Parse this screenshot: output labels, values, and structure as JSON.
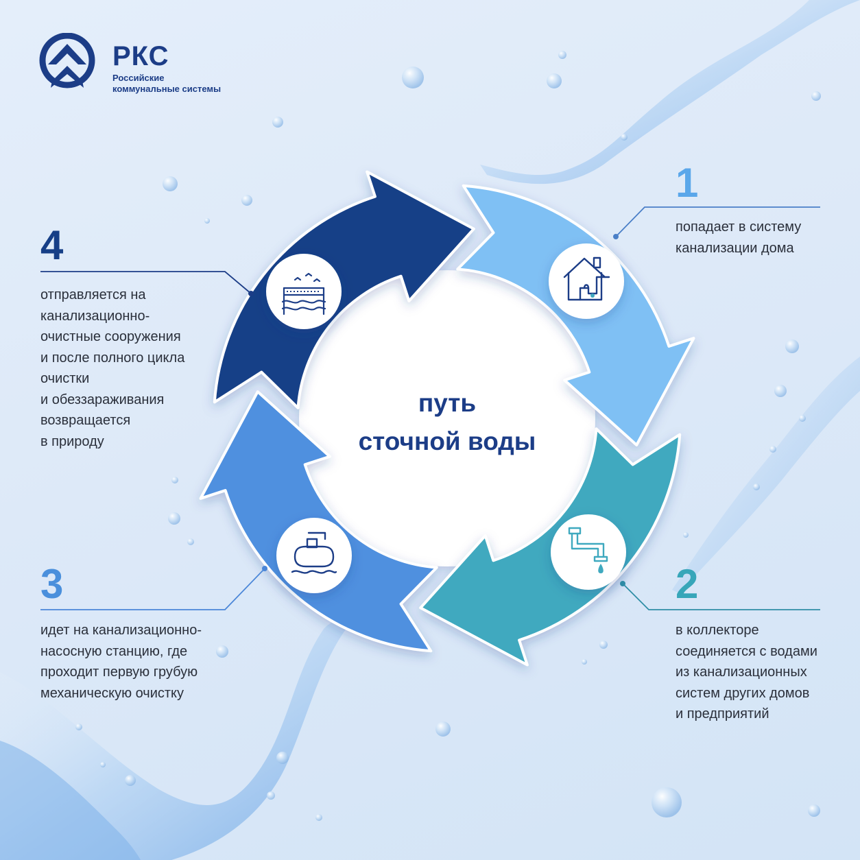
{
  "logo": {
    "abbr": "РКС",
    "name_line1": "Российские",
    "name_line2": "коммунальные системы",
    "brand_color": "#1c3d87"
  },
  "center": {
    "line1": "путь",
    "line2": "сточной воды"
  },
  "steps": [
    {
      "number": "1",
      "text": "попадает в систему\nканализации дома",
      "color": "#7fc0f4",
      "icon": "house-plumbing-icon"
    },
    {
      "number": "2",
      "text": "в коллекторе\nсоединяется с водами\nиз канализационных\nсистем других домов\nи предприятий",
      "color": "#3fa9bf",
      "icon": "pipe-faucet-icon"
    },
    {
      "number": "3",
      "text": "идет на канализационно-\nнасосную станцию, где\nпроходит первую грубую\nмеханическую очистку",
      "color": "#4f90df",
      "icon": "pump-station-icon"
    },
    {
      "number": "4",
      "text": "отправляется на\nканализационно-\nочистные сооружения\nи после полного цикла\nочистки\nи обеззараживания\nвозвращается\nв природу",
      "color": "#163f87",
      "icon": "treatment-plant-icon"
    }
  ]
}
